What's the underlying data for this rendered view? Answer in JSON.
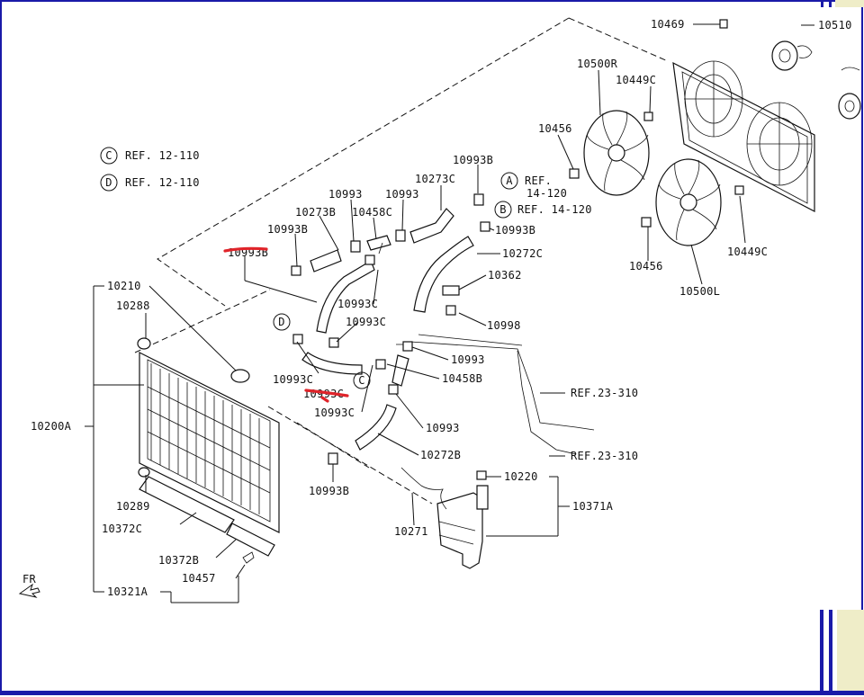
{
  "legend_refs": [
    {
      "letter": "C",
      "text": "REF. 12-110"
    },
    {
      "letter": "D",
      "text": "REF. 12-110"
    }
  ],
  "circle_markers": {
    "A": "A",
    "B": "B",
    "C": "C",
    "D": "D"
  },
  "parts": {
    "p10469": "10469",
    "p10510": "10510",
    "p10500R": "10500R",
    "p10449C_top": "10449C",
    "p10456_top": "10456",
    "p10993B_1": "10993B",
    "p10273C": "10273C",
    "ref_A": "REF.",
    "ref_A2": "14-120",
    "ref_B": "REF. 14-120",
    "p10993_1": "10993",
    "p10993_2": "10993",
    "p10273B": "10273B",
    "p10458C": "10458C",
    "p10993B_2": "10993B",
    "p10993B_3": "10993B",
    "p10272C": "10272C",
    "p10362": "10362",
    "p10998": "10998",
    "p10210": "10210",
    "p10288": "10288",
    "p10993C_1": "10993C",
    "p10993C_2": "10993C",
    "p10993C_3": "10993C",
    "p10993C_4": "10993C",
    "p10993_3": "10993",
    "p10458B": "10458B",
    "p10993_4": "10993",
    "ref_23_1": "REF.23-310",
    "ref_23_2": "REF.23-310",
    "p10200A": "10200A",
    "p10272B": "10272B",
    "p10993B_4": "10993B",
    "p10220": "10220",
    "p10371A": "10371A",
    "p10289": "10289",
    "p10372C": "10372C",
    "p10271": "10271",
    "p10372B": "10372B",
    "p10457": "10457",
    "p10321A": "10321A",
    "p10456_bot": "10456",
    "p10449C_bot": "10449C",
    "p10500L": "10500L",
    "fr": "FR"
  },
  "colors": {
    "frame_blue": "#1a1aa8",
    "annotation_red": "#e0242a",
    "corner_cream": "#efedc8"
  }
}
